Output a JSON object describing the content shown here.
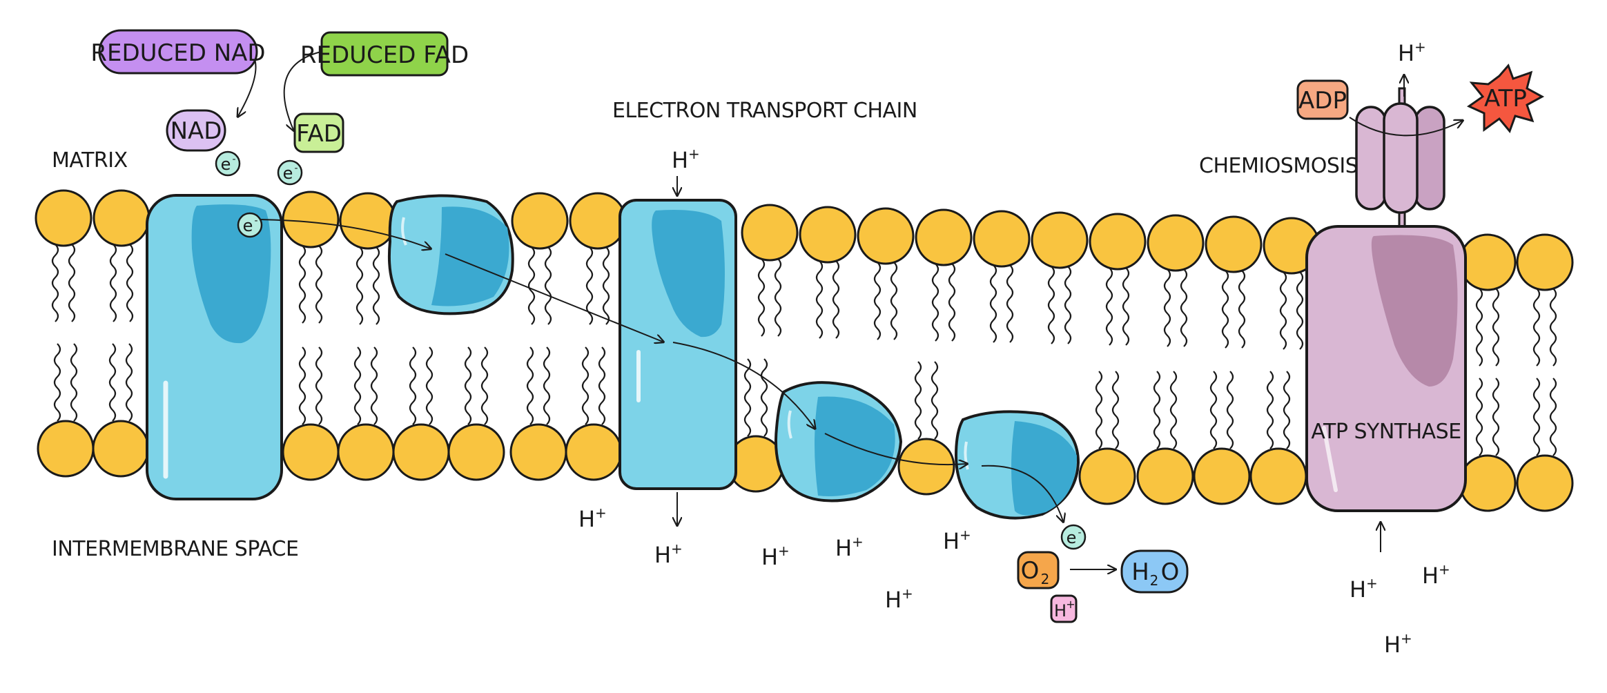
{
  "labels": {
    "matrix": "MATRIX",
    "intermembrane_space": "INTERMEMBRANE SPACE",
    "electron_transport_chain": "ELECTRON TRANSPORT CHAIN",
    "chemiosmosis": "CHEMIOSMOSIS",
    "atp_synthase": "ATP SYNTHASE"
  },
  "molecules": {
    "reduced_nad": "REDUCED NAD",
    "nad": "NAD",
    "reduced_fad": "REDUCED FAD",
    "fad": "FAD",
    "adp": "ADP",
    "atp": "ATP",
    "o2": "O",
    "o2_sub": "2",
    "h2o_h": "H",
    "h2o_sub": "2",
    "h2o_o": "O"
  },
  "symbols": {
    "electron": "e",
    "electron_charge": "-",
    "proton": "H",
    "proton_charge": "+"
  },
  "colors": {
    "membrane_head": "#f9c440",
    "protein_blue": "#7dd3e8",
    "protein_blue_dark": "#3ba9d0",
    "atp_synthase": "#d9b7d3",
    "atp_synthase_dark": "#b689a9",
    "reduced_nad_fill": "#c48ff0",
    "nad_fill": "#dcc1f2",
    "reduced_fad_fill": "#8fd34a",
    "fad_fill": "#c9ef97",
    "adp_fill": "#f6a882",
    "atp_fill": "#f5573f",
    "o2_fill": "#f5a64b",
    "h2o_fill": "#8cc8f5",
    "h_plus_fill": "#f7b8df",
    "electron_fill": "#b7ecdf"
  }
}
